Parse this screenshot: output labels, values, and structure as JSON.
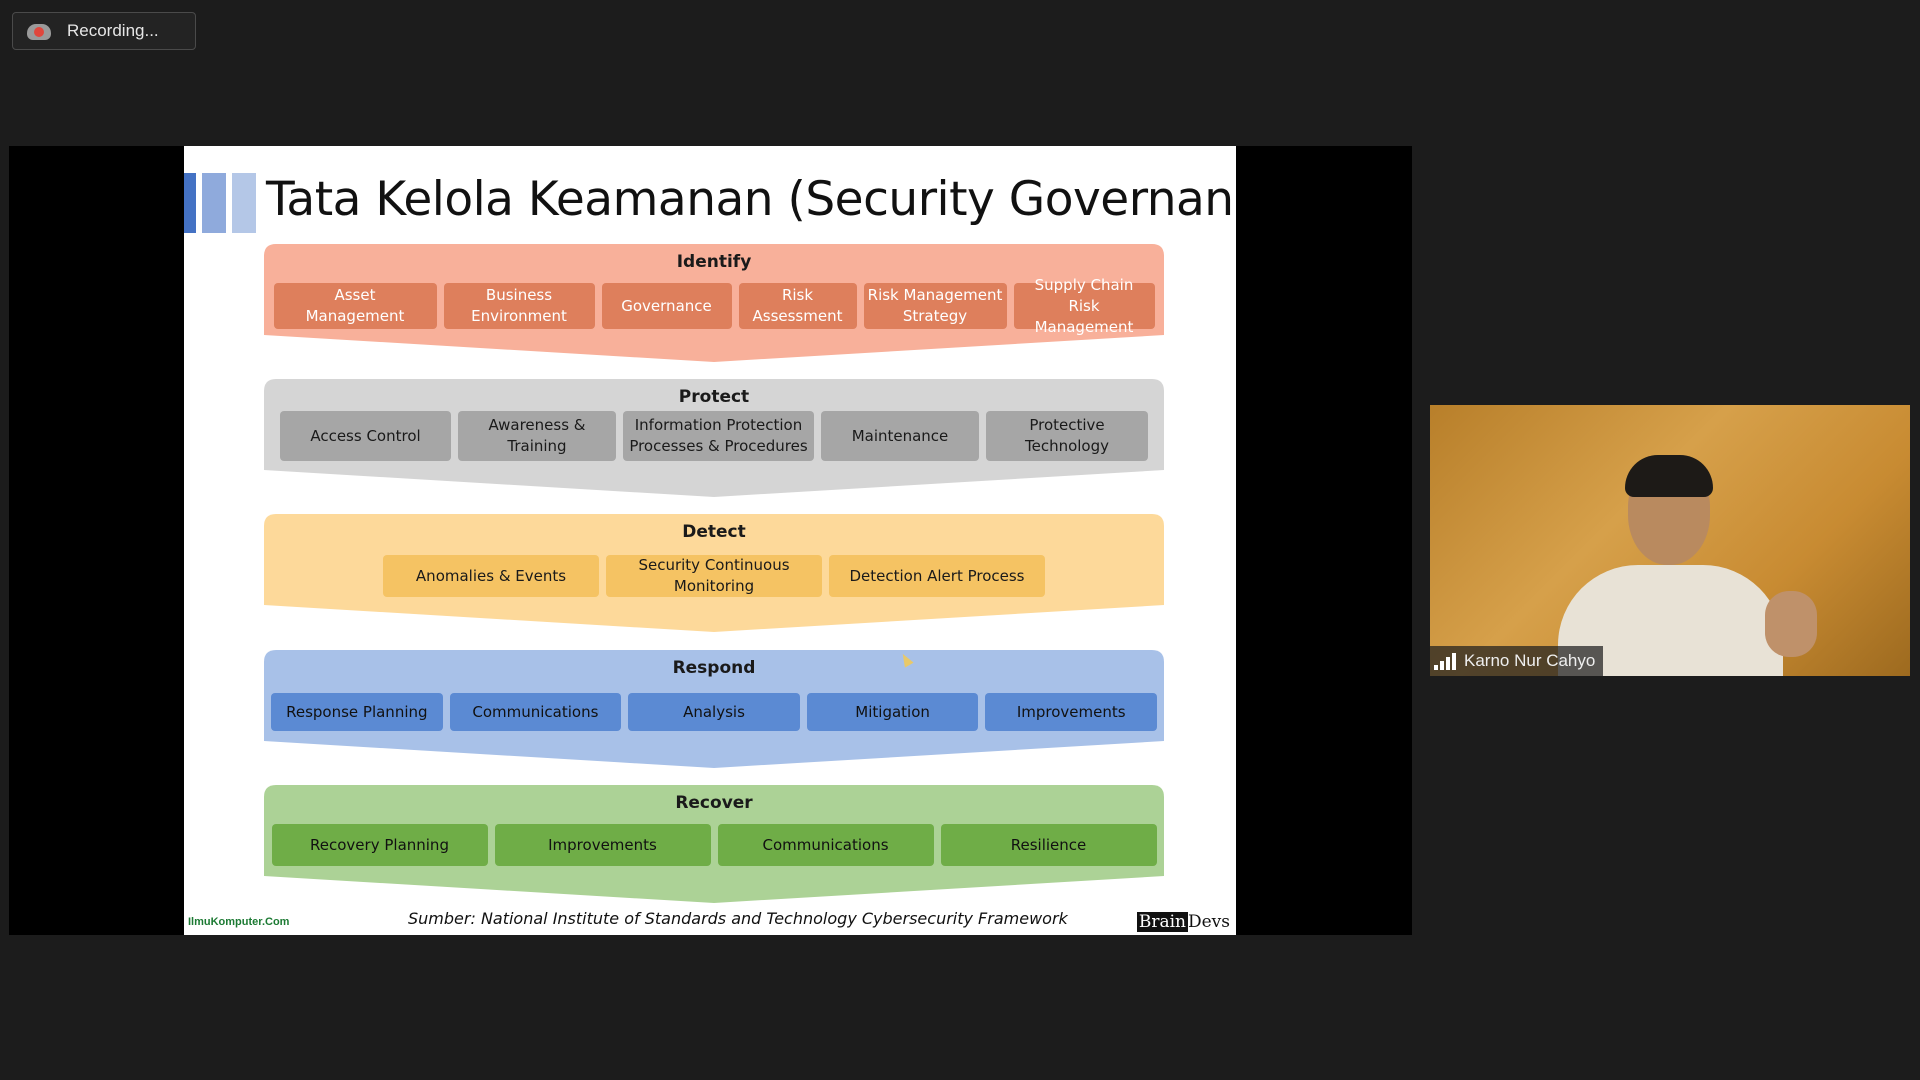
{
  "recording": {
    "label": "Recording..."
  },
  "slide": {
    "title": "Tata Kelola Keamanan (Security Governance)",
    "sections": [
      {
        "id": "identify",
        "title": "Identify",
        "color": "#f8b09a",
        "items": [
          "Asset\nManagement",
          "Business\nEnvironment",
          "Governance",
          "Risk\nAssessment",
          "Risk Management\nStrategy",
          "Supply Chain Risk\nManagement"
        ]
      },
      {
        "id": "protect",
        "title": "Protect",
        "color": "#d5d5d5",
        "items": [
          "Access Control",
          "Awareness &\nTraining",
          "Information Protection\nProcesses & Procedures",
          "Maintenance",
          "Protective Technology"
        ]
      },
      {
        "id": "detect",
        "title": "Detect",
        "color": "#fdd99a",
        "items": [
          "Anomalies & Events",
          "Security Continuous\nMonitoring",
          "Detection Alert Process"
        ]
      },
      {
        "id": "respond",
        "title": "Respond",
        "color": "#a8c1e8",
        "items": [
          "Response Planning",
          "Communications",
          "Analysis",
          "Mitigation",
          "Improvements"
        ]
      },
      {
        "id": "recover",
        "title": "Recover",
        "color": "#acd296",
        "items": [
          "Recovery Planning",
          "Improvements",
          "Communications",
          "Resilience"
        ]
      }
    ],
    "source": "Sumber: National Institute of Standards and Technology Cybersecurity Framework",
    "logo_left": "IlmuKomputer.Com",
    "logo_right_a": "Brain",
    "logo_right_b": "Devs"
  },
  "video": {
    "name": "Karno Nur Cahyo"
  }
}
